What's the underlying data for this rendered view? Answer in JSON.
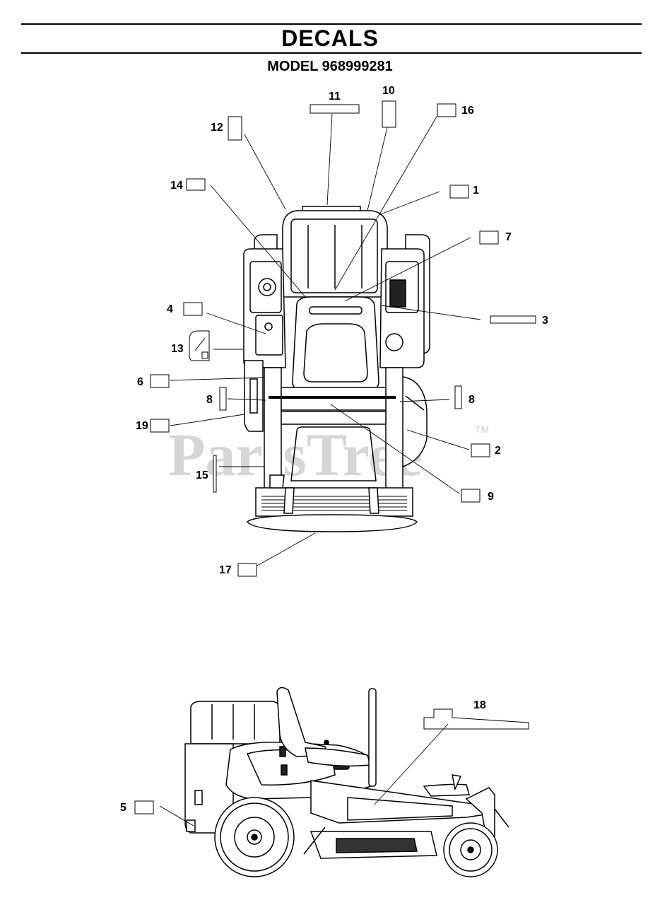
{
  "header": {
    "title": "DECALS",
    "subtitle": "MODEL 968999281"
  },
  "watermark": {
    "text": "PartsTree",
    "tm": "TM"
  },
  "callouts": {
    "c1": "1",
    "c2": "2",
    "c3": "3",
    "c4": "4",
    "c5": "5",
    "c6": "6",
    "c7": "7",
    "c8a": "8",
    "c8b": "8",
    "c9": "9",
    "c10": "10",
    "c11": "11",
    "c12": "12",
    "c13": "13",
    "c14": "14",
    "c15": "15",
    "c16": "16",
    "c17": "17",
    "c18": "18",
    "c19": "19"
  }
}
